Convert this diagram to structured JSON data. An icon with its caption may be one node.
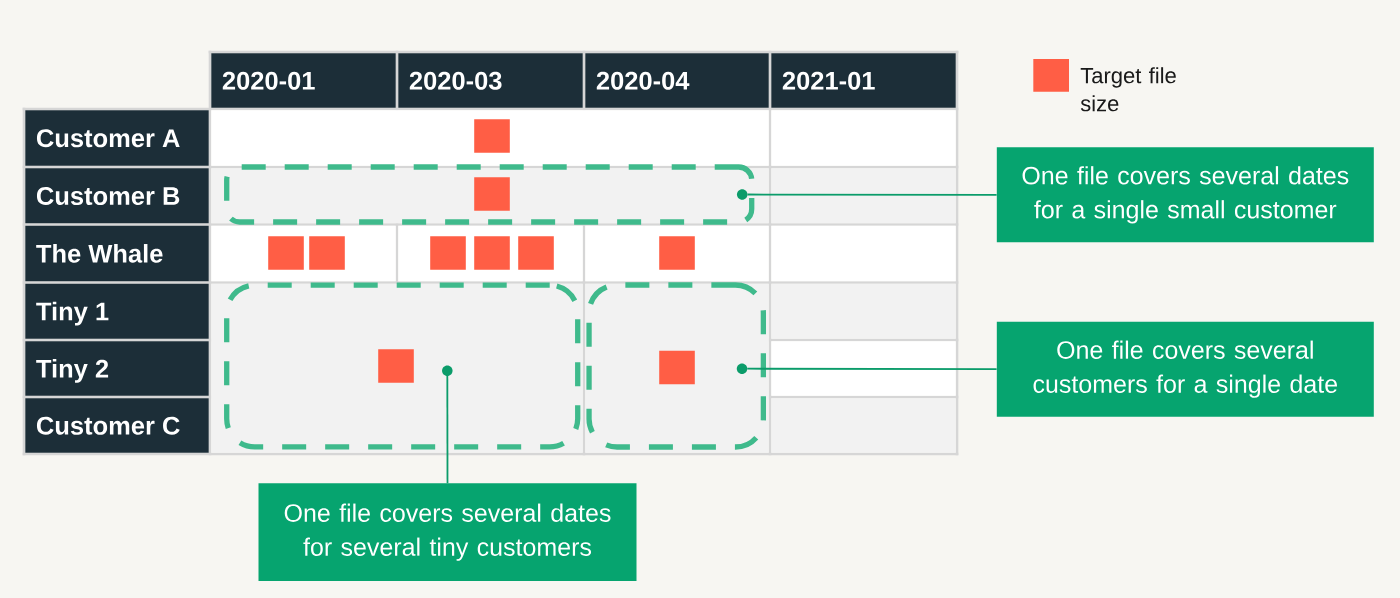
{
  "diagram": {
    "nodes": [
      {
        "text": [],
        "shape": "box"
      },
      {
        "text": [],
        "shape": "box"
      },
      {
        "text": [],
        "shape": "box"
      },
      {
        "text": [],
        "shape": "circle",
        "in": 0
      },
      {
        "text": [],
        "shape": "circle",
        "in": 1
      },
      {
        "text": [],
        "shape": "circle",
        "in": 2
      },
      {
        "text": [
          "One file covers several dates for a single small customer"
        ]
      },
      {
        "text": [
          "One file covers several customers for a single date"
        ]
      },
      {
        "text": [
          "One file covers several dates for several tiny customers"
        ]
      }
    ],
    "edges": [
      {
        "from": 6,
        "to": 3,
        "arrow": "none"
      },
      {
        "from": 7,
        "to": 5,
        "arrow": "none"
      },
      {
        "from": 8,
        "to": 4,
        "arrow": "none"
      }
    ],
    "labels": [
      "2020-01",
      "2020-03",
      "2020-04",
      "2021-01",
      "Customer A",
      "Customer B",
      "The Whale",
      "Tiny 1",
      "Tiny 2",
      "Customer C"
    ],
    "legend": [
      {
        "text": "Target file size",
        "color": "#ff5e45"
      }
    ]
  }
}
